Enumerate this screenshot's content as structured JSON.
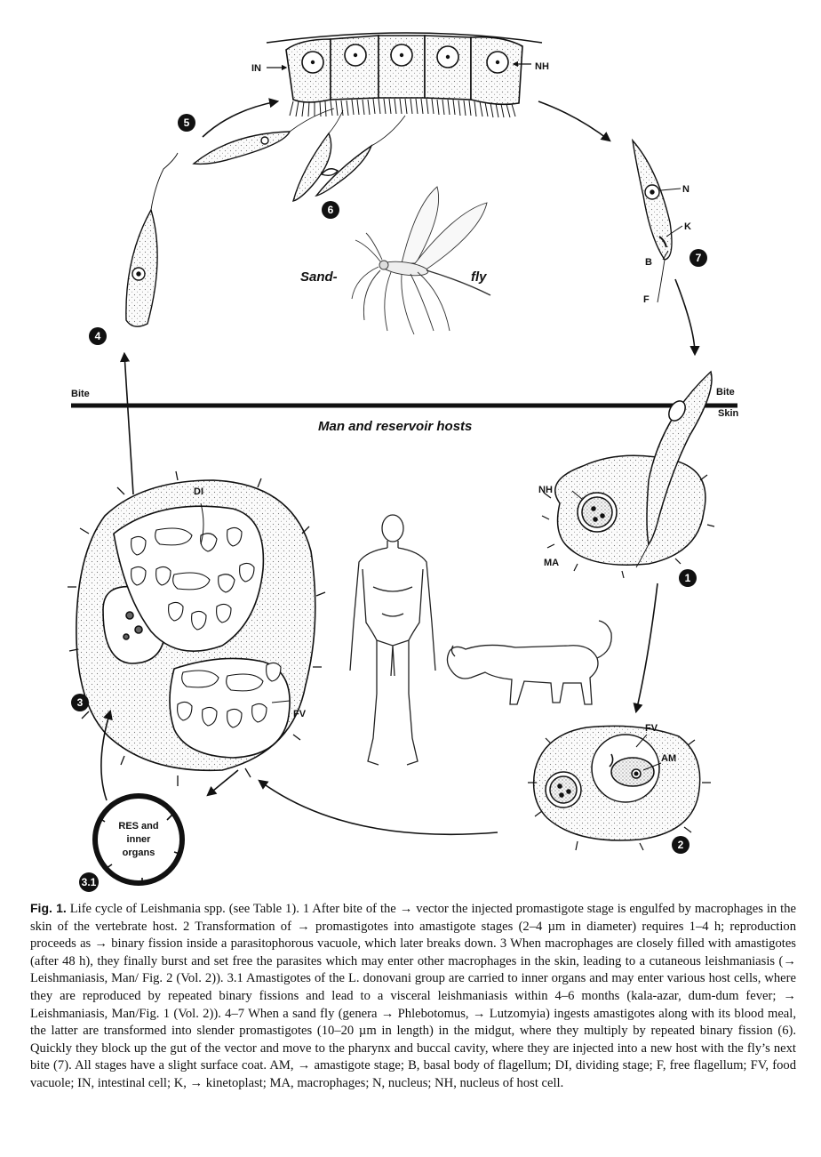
{
  "labels": {
    "IN": "IN",
    "NH_top": "NH",
    "N": "N",
    "K": "K",
    "B": "B",
    "F": "F",
    "bite_left": "Bite",
    "bite_right": "Bite",
    "skin": "Skin",
    "sand": "Sand-",
    "fly": "fly",
    "hosts": "Man and reservoir hosts",
    "NH_mac": "NH",
    "MA": "MA",
    "DI": "DI",
    "FV_3": "FV",
    "FV_2": "FV",
    "AM": "AM",
    "res_line1": "RES and",
    "res_line2": "inner",
    "res_line3": "organs"
  },
  "stage_numbers": {
    "s1": "1",
    "s2": "2",
    "s3": "3",
    "s31": "3.1",
    "s4": "4",
    "s5": "5",
    "s6": "6",
    "s7": "7"
  },
  "caption": {
    "fig_label": "Fig. 1.",
    "text": "Life cycle of Leishmania spp. (see Table 1). 1 After bite of the → vector the injected promastigote stage is engulfed by macrophages in the skin of the vertebrate host. 2 Transformation of → promastigotes into amastigote stages (2–4 µm in diameter) requires 1–4 h; reproduction proceeds as → binary fission inside a parasitophorous vacuole, which later breaks down. 3 When macrophages are closely filled with amastigotes (after 48 h), they finally burst and set free the parasites which may enter other macrophages in the skin, leading to a cutaneous leishmaniasis (→ Leishmaniasis, Man/ Fig. 2 (Vol. 2)). 3.1 Amastigotes of the L. donovani group are carried to inner organs and may enter various host cells, where they are reproduced by repeated binary fissions and lead to a visceral leishmaniasis within 4–6 months (kala-azar, dum-dum fever; → Leishmaniasis, Man/Fig. 1 (Vol. 2)). 4–7 When a sand fly (genera → Phlebotomus, → Lutzomyia) ingests amastigotes along with its blood meal, the latter are transformed into slender promastigotes (10–20 µm in length) in the midgut, where they multiply by repeated binary fission (6). Quickly they block up the gut of the vector and move to the pharynx and buccal cavity, where they are injected into a new host with the fly’s next bite (7). All stages have a slight surface coat. AM, → amastigote stage; B, basal body of flagellum; DI, dividing stage; F, free flagellum; FV, food vacuole; IN, intestinal cell; K, → kinetoplast; MA, macrophages; N, nucleus; NH, nucleus of host cell."
  }
}
